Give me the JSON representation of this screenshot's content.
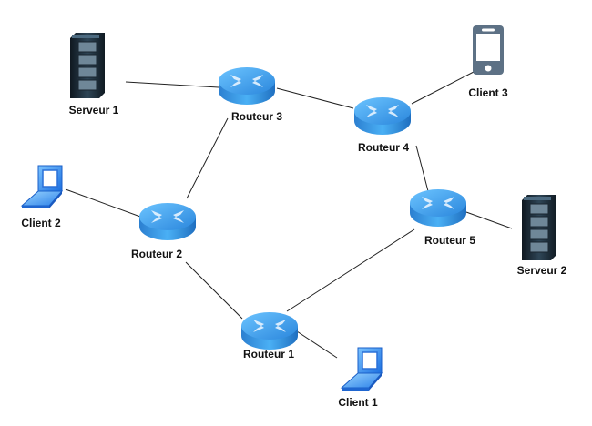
{
  "title": "Network topology",
  "nodes": [
    {
      "id": "serveur1",
      "type": "server",
      "label": "Serveur 1"
    },
    {
      "id": "serveur2",
      "type": "server",
      "label": "Serveur 2"
    },
    {
      "id": "client1",
      "type": "laptop",
      "label": "Client 1"
    },
    {
      "id": "client2",
      "type": "laptop",
      "label": "Client 2"
    },
    {
      "id": "client3",
      "type": "phone",
      "label": "Client 3"
    },
    {
      "id": "routeur1",
      "type": "router",
      "label": "Routeur 1"
    },
    {
      "id": "routeur2",
      "type": "router",
      "label": "Routeur 2"
    },
    {
      "id": "routeur3",
      "type": "router",
      "label": "Routeur 3"
    },
    {
      "id": "routeur4",
      "type": "router",
      "label": "Routeur 4"
    },
    {
      "id": "routeur5",
      "type": "router",
      "label": "Routeur 5"
    }
  ],
  "links": [
    [
      "serveur1",
      "routeur3"
    ],
    [
      "routeur3",
      "routeur4"
    ],
    [
      "routeur4",
      "client3"
    ],
    [
      "routeur3",
      "routeur2"
    ],
    [
      "routeur4",
      "routeur5"
    ],
    [
      "client2",
      "routeur2"
    ],
    [
      "routeur2",
      "routeur1"
    ],
    [
      "routeur5",
      "serveur2"
    ],
    [
      "routeur5",
      "routeur1"
    ],
    [
      "routeur1",
      "client1"
    ]
  ],
  "colors": {
    "router": "#3a9ae0",
    "laptop": "#2a7fe0",
    "phone": "#5d7185",
    "server": "#1e2c38"
  }
}
